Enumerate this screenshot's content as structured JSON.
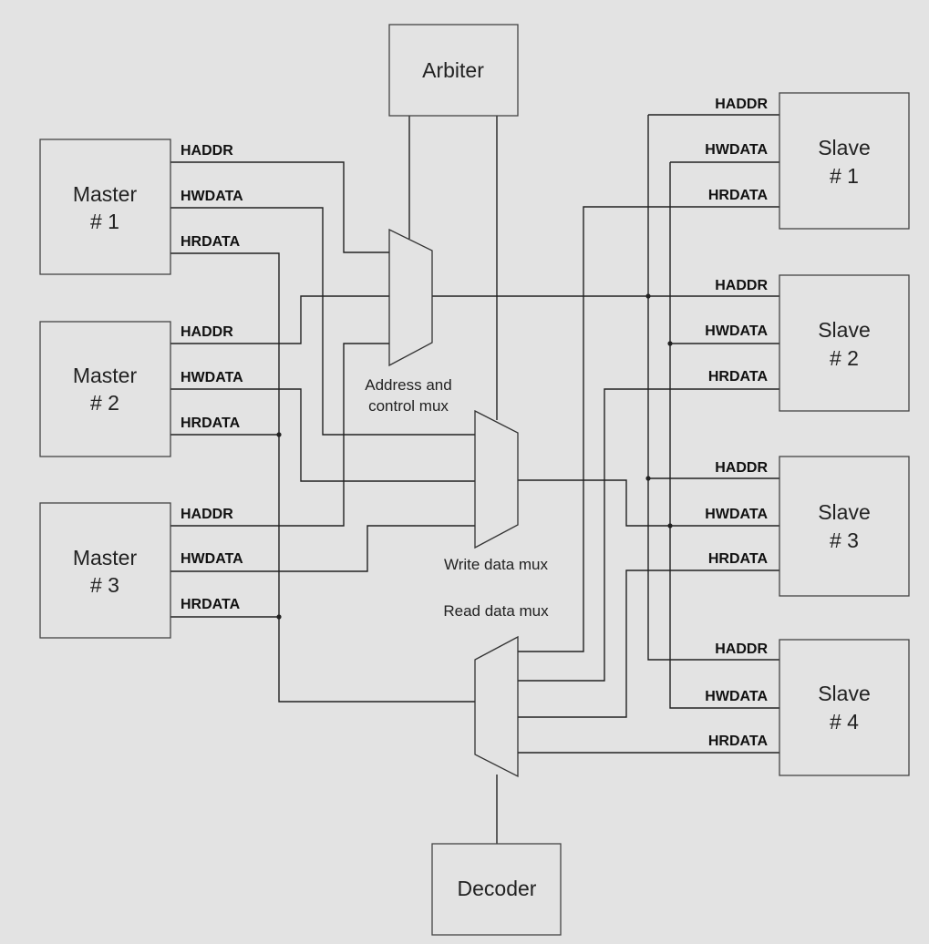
{
  "arbiter": "Arbiter",
  "decoder": "Decoder",
  "masters": [
    {
      "line1": "Master",
      "line2": "# 1"
    },
    {
      "line1": "Master",
      "line2": "# 2"
    },
    {
      "line1": "Master",
      "line2": "# 3"
    }
  ],
  "slaves": [
    {
      "line1": "Slave",
      "line2": "# 1"
    },
    {
      "line1": "Slave",
      "line2": "# 2"
    },
    {
      "line1": "Slave",
      "line2": "# 3"
    },
    {
      "line1": "Slave",
      "line2": "# 4"
    }
  ],
  "signals": {
    "haddr": "HADDR",
    "hwdata": "HWDATA",
    "hrdata": "HRDATA"
  },
  "muxes": {
    "address_line1": "Address and",
    "address_line2": "control mux",
    "write": "Write data mux",
    "read": "Read data mux"
  }
}
